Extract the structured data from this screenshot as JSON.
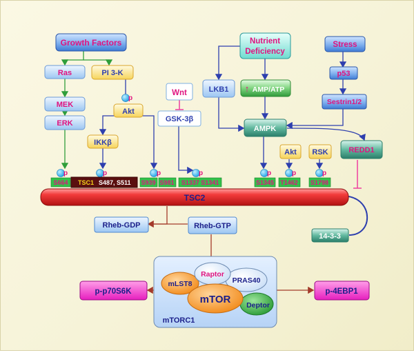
{
  "nodes": {
    "growth_factors": "Growth Factors",
    "nutrient_line1": "Nutrient",
    "nutrient_line2": "Deficiency",
    "stress": "Stress",
    "ras": "Ras",
    "pi3k": "PI 3-K",
    "mek": "MEK",
    "erk": "ERK",
    "akt_main": "Akt",
    "ikkb": "IKKβ",
    "wnt": "Wnt",
    "gsk3b": "GSK-3β",
    "lkb1": "LKB1",
    "amp_atp": "AMP/ATP",
    "amp_atp_arrow": "↑",
    "p53": "p53",
    "sestrin": "Sestrin1/2",
    "ampk": "AMPK",
    "akt_small": "Akt",
    "rsk": "RSK",
    "redd1": "REDD1",
    "tsc2": "TSC2",
    "rheb_gdp": "Rheb-GDP",
    "rheb_gtp": "Rheb-GTP",
    "p1433": "14-3-3",
    "p70s6k": "p-p70S6K",
    "p4ebp1": "p-4EBP1"
  },
  "phospho_label": "p",
  "sites": {
    "s664": "S664",
    "tsc1": "TSC1",
    "s487": "S487, S511",
    "s939": "S939",
    "s981": "S981",
    "s1337": "S1337 S1341",
    "s1345": "S1345",
    "t1462": "T1462",
    "s1798": "S1798"
  },
  "mtorc1": {
    "title": "mTORC1",
    "raptor": "Raptor",
    "mlst8": "mLST8",
    "pras40": "PRAS40",
    "mtor": "mTOR",
    "deptor": "Deptor"
  },
  "colors": {
    "magenta_text": "#e0137f",
    "inhibit": "#ee3fa0",
    "activation_green": "#2f9e3a",
    "activation_blue": "#2e3fae",
    "tsc2_red": "#e02020",
    "dark_arrow": "#a33a2a"
  }
}
